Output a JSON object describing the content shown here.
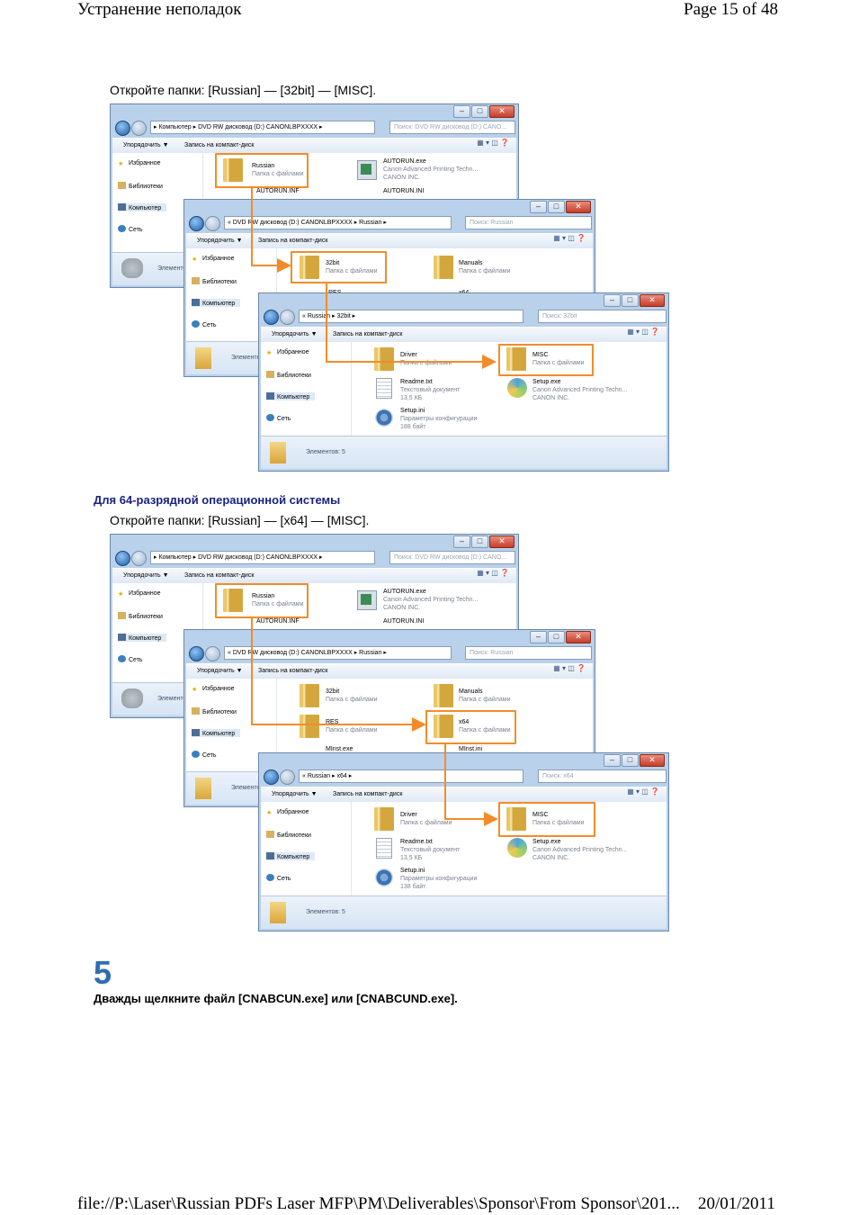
{
  "header": {
    "section_title": "Устранение неполадок",
    "page": "Page 15 of 48"
  },
  "footer": {
    "path": "file://P:\\Laser\\Russian PDFs Laser MFP\\PM\\Deliverables\\Sponsor\\From Sponsor\\201...",
    "date": "20/01/2011"
  },
  "instruction_32": "Откройте папки: [Russian] — [32bit] — [MISC].",
  "subheading_64": "Для 64-разрядной операционной системы",
  "instruction_64": "Откройте папки: [Russian] — [x64] — [MISC].",
  "step": {
    "number": "5",
    "text": "Дважды щелкните файл [CNABCUN.exe] или [CNABCUND.exe]."
  },
  "explorer": {
    "toolbar_organize": "Упорядочить ▼",
    "toolbar_burn": "Запись на компакт-диск",
    "nav": {
      "favorites": "Избранное",
      "favorites_short": "Избранное",
      "libraries": "Библиотеки",
      "computer": "Компьютер",
      "network": "Сеть"
    },
    "folder_desc": "Папка с файлами",
    "w1": {
      "address": "▸ Компьютер ▸ DVD RW дисковод (D:) CANONLBPXXXX ▸",
      "search": "Поиск: DVD RW дисковод (D:) CANO...",
      "details": "Элементов:",
      "items": {
        "russian": "Russian",
        "autorun_exe": "AUTORUN.exe",
        "autorun_exe_d1": "Canon Advanced Printing Techn...",
        "autorun_exe_d2": "CANON INC.",
        "autorun_inf": "AUTORUN.INF",
        "autorun_ini": "AUTORUN.INI"
      }
    },
    "w2": {
      "address": "« DVD RW дисковод (D:) CANONLBPXXXX ▸ Russian ▸",
      "search": "Поиск: Russian",
      "details": "Элементов:",
      "items": {
        "bit32": "32bit",
        "manuals": "Manuals",
        "res": "RES",
        "x64": "x64",
        "minst": "MInst.exe",
        "minst_ini": "MInst.ini"
      }
    },
    "w3a": {
      "address": "« Russian ▸ 32bit ▸",
      "search": "Поиск: 32bit",
      "details": "Элементов: 5"
    },
    "w3b": {
      "address": "« Russian ▸ x64 ▸",
      "search": "Поиск: x64",
      "details": "Элементов: 5"
    },
    "files": {
      "driver": "Driver",
      "misc": "MISC",
      "readme": "Readme.txt",
      "readme_d1": "Текстовый документ",
      "readme_d2": "13,5 КБ",
      "setup_exe": "Setup.exe",
      "setup_exe_d1": "Canon Advanced Printing Techn...",
      "setup_exe_d2": "CANON INC.",
      "setup_ini": "Setup.ini",
      "setup_ini_d1": "Параметры конфигурации",
      "setup_ini_d2": "188 байт",
      "setup_ini_d2b": "138 байт"
    }
  },
  "colors": {
    "highlight": "#f28c28",
    "subheading": "#1a237e",
    "step_number": "#2e6db4"
  }
}
